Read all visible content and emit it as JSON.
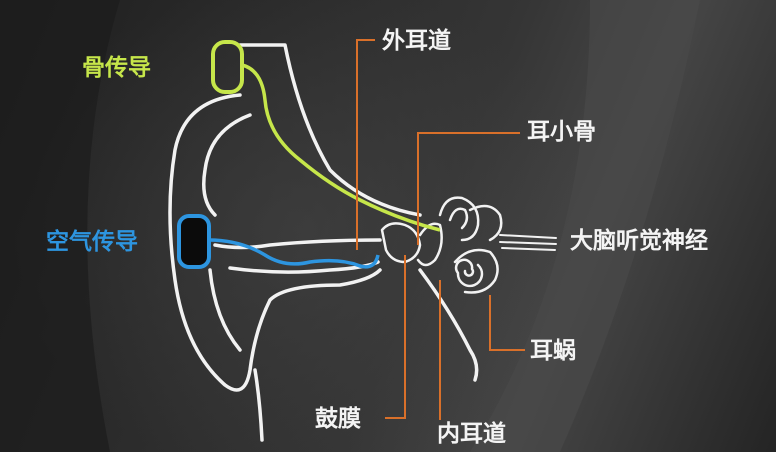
{
  "labels": {
    "bone_conduction": "骨传导",
    "air_conduction": "空气传导",
    "outer_ear_canal": "外耳道",
    "ossicles": "耳小骨",
    "auditory_nerve": "大脑听觉神经",
    "cochlea": "耳蜗",
    "eardrum": "鼓膜",
    "inner_ear_canal": "内耳道"
  },
  "colors": {
    "bone": "#c6e64a",
    "air": "#2d95e0",
    "leader": "#d9702a",
    "outline": "#f2f2f2",
    "background": "#2c2c2c"
  }
}
